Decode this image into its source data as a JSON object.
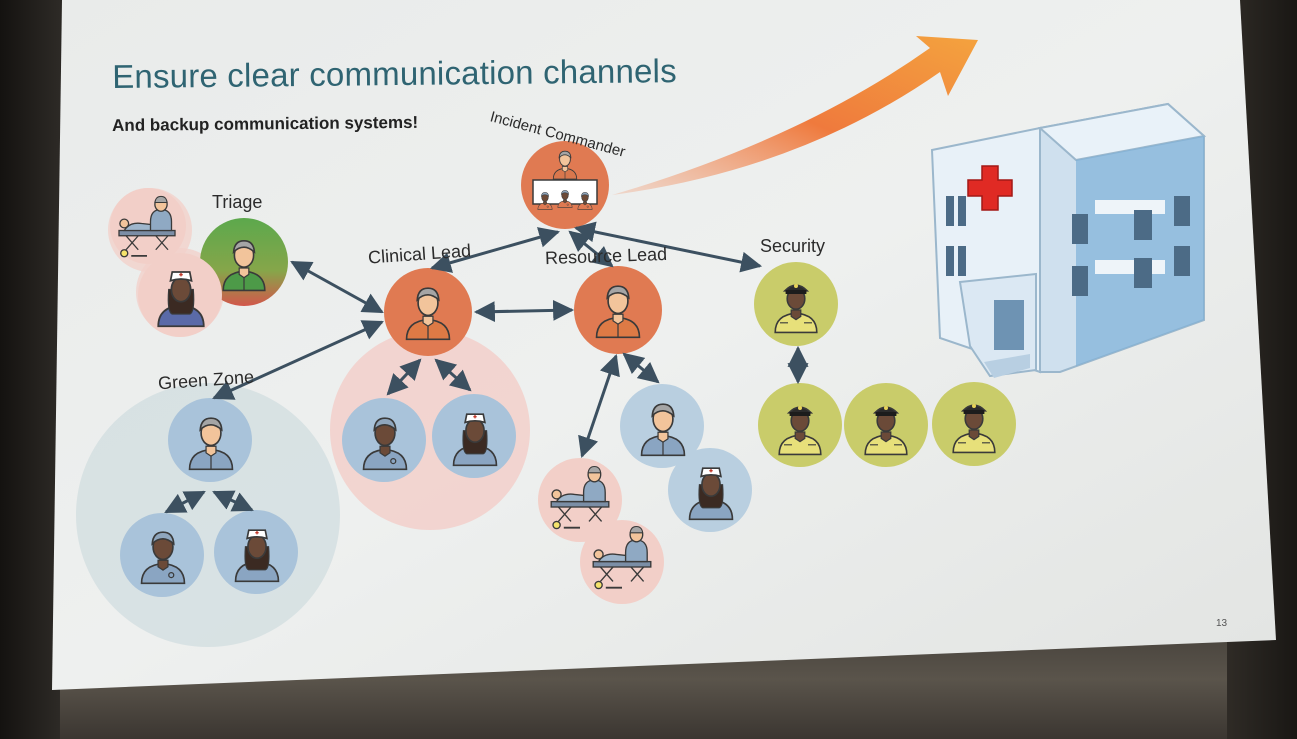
{
  "slide": {
    "title": "Ensure clear communication channels",
    "subtitle": "And backup communication systems!",
    "page_number": "13"
  },
  "roles": {
    "incident_commander": "Incident Commander",
    "triage": "Triage",
    "clinical_lead": "Clinical Lead",
    "resource_lead": "Resource Lead",
    "security": "Security",
    "green_zone": "Green Zone"
  },
  "colors": {
    "title": "#2f6472",
    "lead_orange": "#e07a52",
    "security_yellow": "#c9cc6a",
    "blue_staff": "#a9c3da",
    "arrow": "#3c5060",
    "trend_arrow": "#f08a3a"
  },
  "icons": {
    "hospital": "hospital-building-icon",
    "trend": "upward-trend-arrow-icon"
  }
}
